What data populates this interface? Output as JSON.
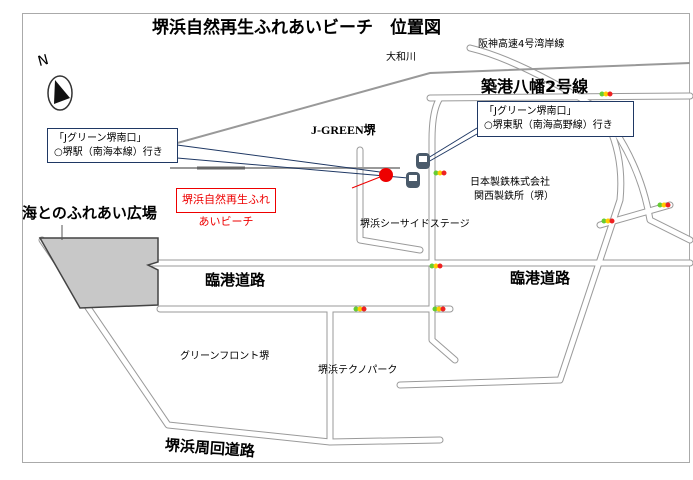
{
  "title": "堺浜自然再生ふれあいビーチ　位置図",
  "compass": {
    "label": "N",
    "icon": "north-arrow-icon"
  },
  "labels": {
    "expressway": "阪神高速4号湾岸線",
    "river": "大和川",
    "route2": "築港八幡2号線",
    "jgreen": "J-GREEN堺",
    "steel1": "日本製鉄株式会社",
    "steel2": "関西製鉄所（堺）",
    "plaza": "海とのふれあい広場",
    "seaside": "堺浜シーサイドステージ",
    "rinko_left": "臨港道路",
    "rinko_right": "臨港道路",
    "greenfront": "グリーンフロント堺",
    "technopark": "堺浜テクノパーク",
    "loop_road": "堺浜周回道路"
  },
  "bus_stop_left": {
    "line1": "「Jグリーン堺南口」",
    "line2": "○堺駅（南海本線）行き"
  },
  "bus_stop_right": {
    "line1": "「Jグリーン堺南口」",
    "line2": "○堺東駅（南海高野線）行き"
  },
  "destination": {
    "label": "堺浜自然再生ふれあいビーチ",
    "color": "#ee0000"
  }
}
